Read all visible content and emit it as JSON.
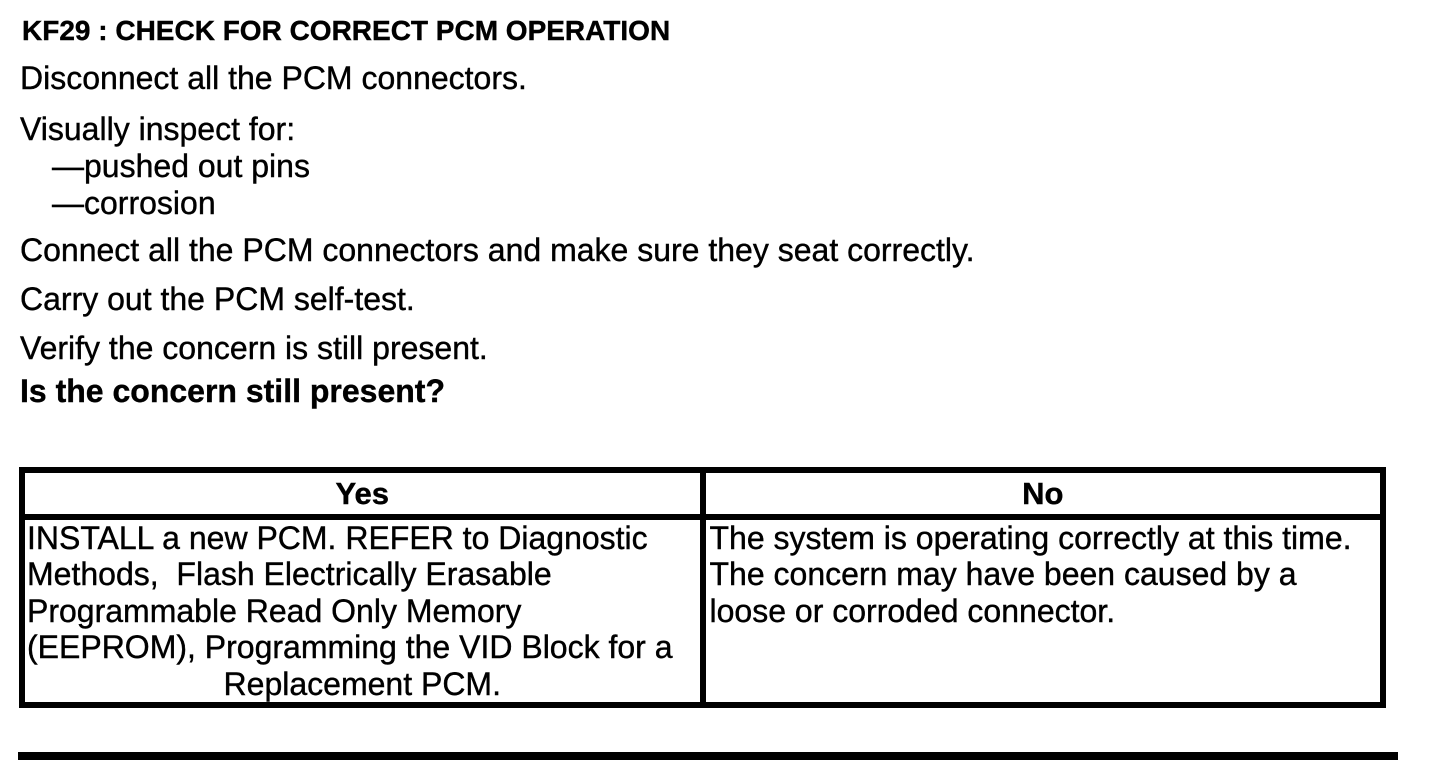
{
  "page": {
    "background_color": "#ffffff",
    "text_color": "#000000"
  },
  "title": "KF29 : CHECK FOR CORRECT PCM OPERATION",
  "procedure": {
    "step_disconnect": "Disconnect all the PCM connectors.",
    "step_inspect": "Visually inspect for:",
    "inspect_items": [
      "—pushed out pins",
      "—corrosion"
    ],
    "step_connect": "Connect all the PCM connectors and make sure they seat correctly.",
    "step_selftest": "Carry out the PCM self-test.",
    "step_verify": "Verify the concern is still present.",
    "question": "Is the concern still present?"
  },
  "decision_table": {
    "columns": [
      "Yes",
      "No"
    ],
    "yes_action_lines": [
      "INSTALL a new PCM. REFER to Diagnostic",
      "Methods,  Flash Electrically Erasable",
      "Programmable Read Only Memory",
      "(EEPROM), Programming the VID Block for a",
      "Replacement PCM."
    ],
    "no_action_lines": [
      "The system is operating correctly at this time.",
      "The concern may have been caused by a",
      "loose or corroded connector."
    ]
  }
}
